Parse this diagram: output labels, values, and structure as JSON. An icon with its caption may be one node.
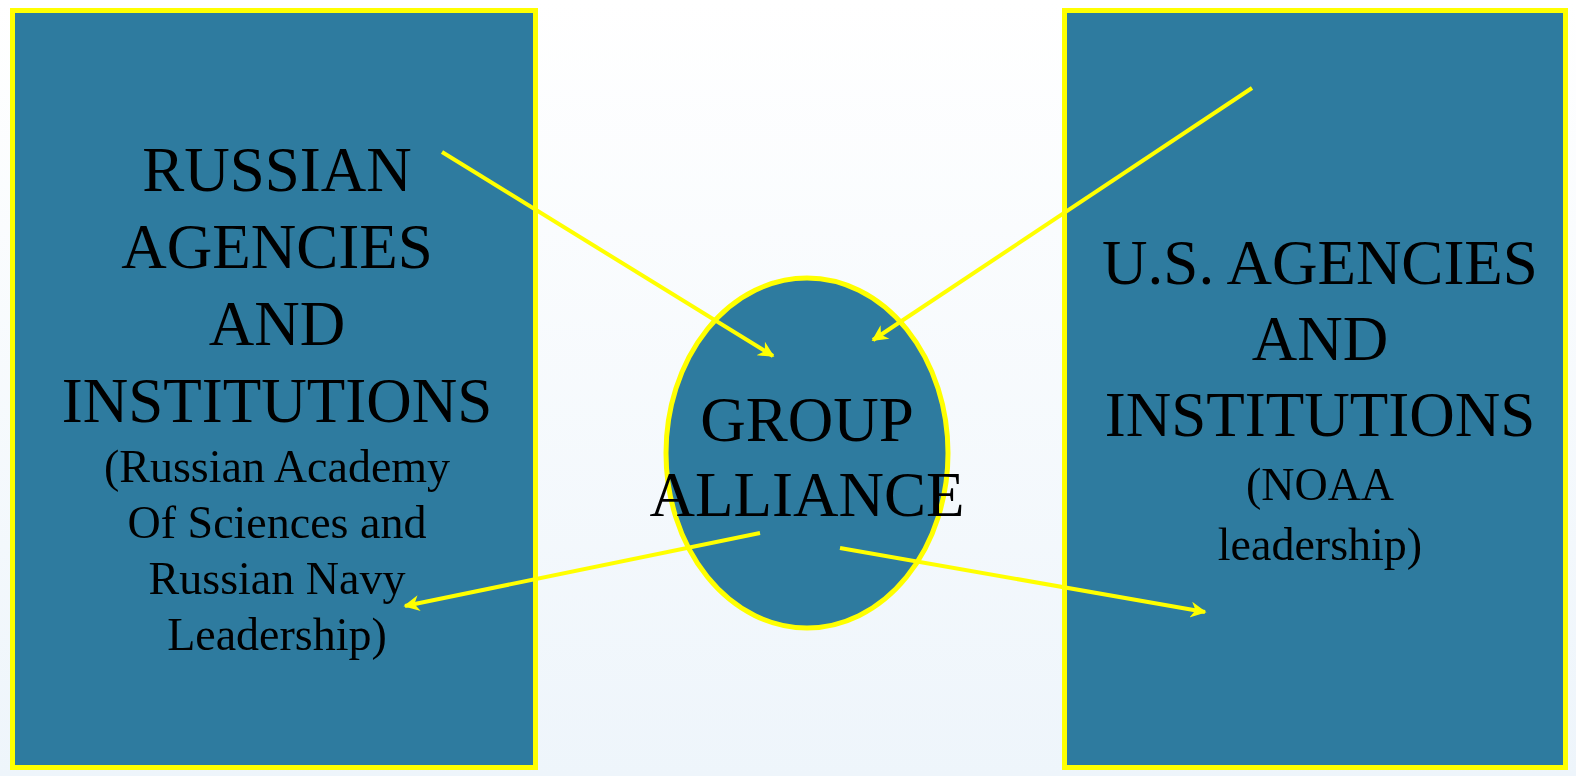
{
  "diagram": {
    "nodes": [
      {
        "text": [
          "RUSSIAN AGENCIES AND INSTITUTIONS",
          "(Russian Academy Of Sciences and Russian Navy Leadership)"
        ]
      },
      {
        "text": [
          "GROUP ALLIANCE"
        ]
      },
      {
        "text": [
          "U.S. AGENCIES AND INSTITUTIONS",
          "(NOAA leadership)"
        ]
      }
    ],
    "edges": [
      {
        "from": 0,
        "to": 1,
        "arrow": "to"
      },
      {
        "from": 2,
        "to": 1,
        "arrow": "to"
      },
      {
        "from": 1,
        "to": 0,
        "arrow": "to"
      },
      {
        "from": 1,
        "to": 2,
        "arrow": "to"
      }
    ]
  }
}
